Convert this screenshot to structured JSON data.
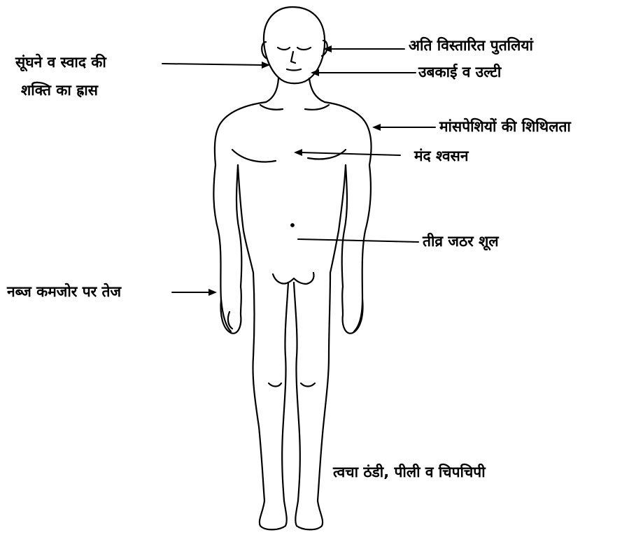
{
  "diagram": {
    "labels": {
      "pupils": "अति विस्तारित पुतलियां",
      "smell_taste_line1": "सूंघने व स्वाद की",
      "smell_taste_line2": "शक्ति का ह्रास",
      "nausea": "उबकाई व उल्टी",
      "muscle": "मांसपेशियों की शिथिलता",
      "breathing": "मंद श्वसन",
      "stomach": "तीव्र जठर शूल",
      "pulse": "नब्ज कमजोर पर तेज",
      "skin": "त्वचा ठंडी, पीली व चिपचिपी"
    },
    "colors": {
      "ink": "#000000",
      "background": "#ffffff"
    }
  }
}
